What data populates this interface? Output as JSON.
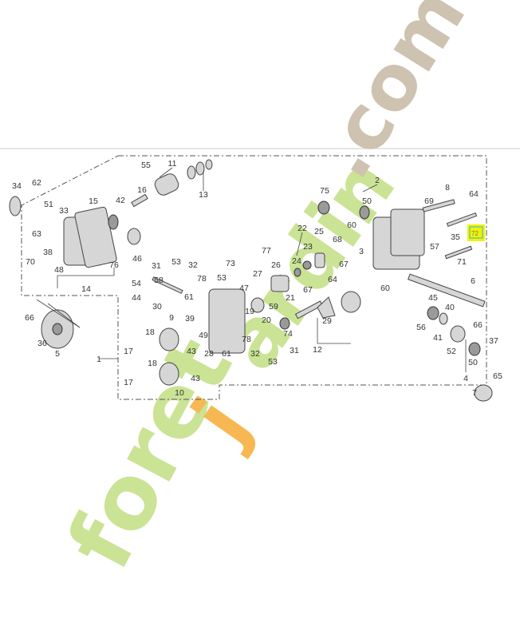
{
  "callouts": [
    "34",
    "62",
    "55",
    "11",
    "13",
    "16",
    "15",
    "42",
    "51",
    "33",
    "63",
    "38",
    "70",
    "48",
    "76",
    "46",
    "14",
    "31",
    "53",
    "32",
    "73",
    "78",
    "53",
    "27",
    "54",
    "58",
    "47",
    "44",
    "30",
    "61",
    "19",
    "66",
    "36",
    "5",
    "9",
    "39",
    "49",
    "18",
    "78",
    "43",
    "28",
    "61",
    "32",
    "17",
    "1",
    "18",
    "43",
    "17",
    "10",
    "2",
    "75",
    "50",
    "60",
    "69",
    "8",
    "64",
    "35",
    "57",
    "71",
    "3",
    "22",
    "25",
    "68",
    "23",
    "24",
    "67",
    "77",
    "26",
    "60",
    "67",
    "64",
    "6",
    "21",
    "59",
    "20",
    "29",
    "45",
    "40",
    "56",
    "66",
    "41",
    "74",
    "31",
    "12",
    "52",
    "37",
    "53",
    "50",
    "65",
    "4",
    "7"
  ],
  "highlight": {
    "label": "72",
    "fill": "#f2f200",
    "border": "#33b5e5"
  },
  "watermark": {
    "text_green": "foret",
    "text_orange": "j",
    "text_green2": "ardin",
    "text_com": ".com",
    "green": "#c5e08a",
    "orange": "#f7b040",
    "beige": "#c9bba8"
  }
}
